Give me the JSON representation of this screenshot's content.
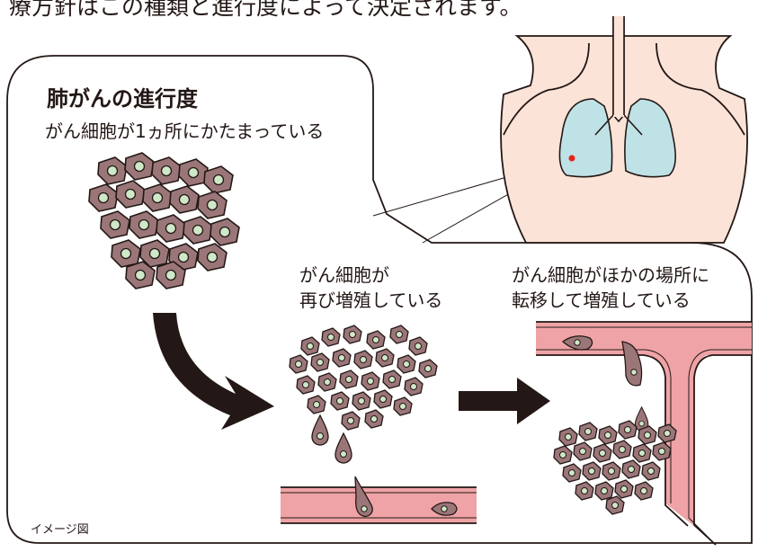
{
  "top_text": "療方針はこの種類と進行度によって決定されます。",
  "title": "肺がんの進行度",
  "stages": [
    {
      "label": "がん細胞が1ヵ所にかたまっている"
    },
    {
      "label_line1": "がん細胞が",
      "label_line2": "再び増殖している"
    },
    {
      "label_line1": "がん細胞がほかの場所に",
      "label_line2": "転移して増殖している"
    }
  ],
  "note": "イメージ図",
  "colors": {
    "cell_fill": "#9b7679",
    "nucleus": "#cfe8c8",
    "vessel": "#efa3a6",
    "lung": "#bfe2e6",
    "skin": "#fbe3d7",
    "tumor_dot": "#e8221a",
    "arrow": "#231815"
  }
}
